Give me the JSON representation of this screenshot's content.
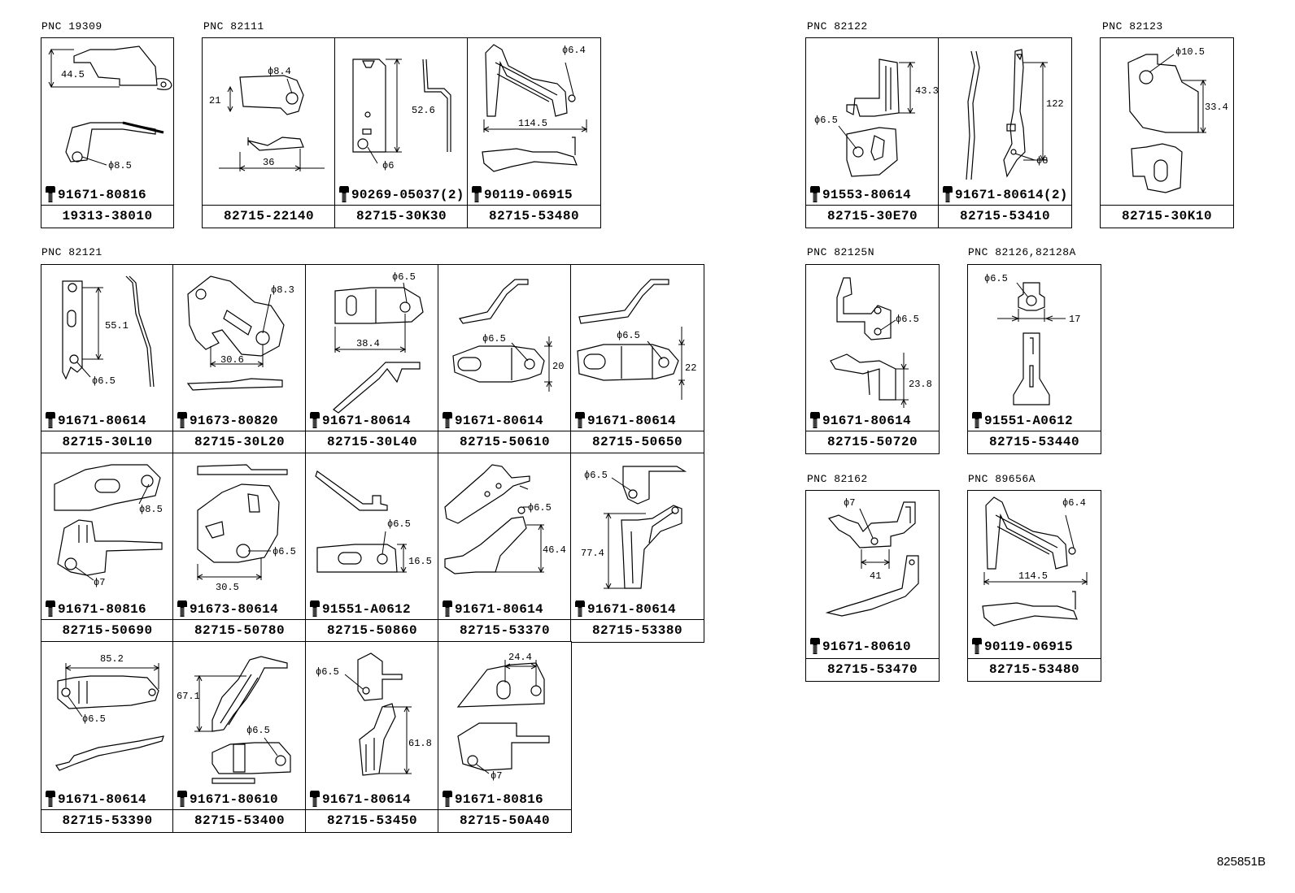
{
  "pnc_labels": {
    "g1": "PNC 19309",
    "g2": "PNC 82111",
    "g3": "PNC 82122",
    "g4": "PNC 82123",
    "g5": "PNC 82121",
    "g6": "PNC 82125N",
    "g7": "PNC 82126,82128A",
    "g8": "PNC 82162",
    "g9": "PNC 89656A"
  },
  "cells": {
    "c19313": {
      "part": "19313-38010",
      "bolt": "91671-80816",
      "d1": "44.5",
      "d2": "ϕ8.5"
    },
    "c22140": {
      "part": "82715-22140",
      "d1": "ϕ8.4",
      "d2": "21",
      "d3": "36"
    },
    "c30K30": {
      "part": "82715-30K30",
      "bolt": "90269-05037(2)",
      "d1": "52.6",
      "d2": "ϕ6"
    },
    "c53480a": {
      "part": "82715-53480",
      "bolt": "90119-06915",
      "d1": "ϕ6.4",
      "d2": "114.5"
    },
    "c30E70": {
      "part": "82715-30E70",
      "bolt": "91553-80614",
      "d1": "43.3",
      "d2": "ϕ6.5"
    },
    "c53410": {
      "part": "82715-53410",
      "bolt": "91671-80614(2)",
      "d1": "122",
      "d2": "ϕ8"
    },
    "c30K10": {
      "part": "82715-30K10",
      "d1": "ϕ10.5",
      "d2": "33.4"
    },
    "c30L10": {
      "part": "82715-30L10",
      "bolt": "91671-80614",
      "d1": "55.1",
      "d2": "ϕ6.5"
    },
    "c30L20": {
      "part": "82715-30L20",
      "bolt": "91673-80820",
      "d1": "ϕ8.3",
      "d2": "30.6"
    },
    "c30L40": {
      "part": "82715-30L40",
      "bolt": "91671-80614",
      "d1": "ϕ6.5",
      "d2": "38.4"
    },
    "c50610": {
      "part": "82715-50610",
      "bolt": "91671-80614",
      "d1": "ϕ6.5",
      "d2": "20"
    },
    "c50650": {
      "part": "82715-50650",
      "bolt": "91671-80614",
      "d1": "ϕ6.5",
      "d2": "22"
    },
    "c50690": {
      "part": "82715-50690",
      "bolt": "91671-80816",
      "d1": "ϕ8.5",
      "d2": "ϕ7"
    },
    "c50780": {
      "part": "82715-50780",
      "bolt": "91673-80614",
      "d1": "ϕ6.5",
      "d2": "30.5"
    },
    "c50860": {
      "part": "82715-50860",
      "bolt": "91551-A0612",
      "d1": "ϕ6.5",
      "d2": "16.5"
    },
    "c53370": {
      "part": "82715-53370",
      "bolt": "91671-80614",
      "d1": "ϕ6.5",
      "d2": "46.4"
    },
    "c53380": {
      "part": "82715-53380",
      "bolt": "91671-80614",
      "d1": "ϕ6.5",
      "d2": "77.4"
    },
    "c53390": {
      "part": "82715-53390",
      "bolt": "91671-80614",
      "d1": "85.2",
      "d2": "ϕ6.5"
    },
    "c53400": {
      "part": "82715-53400",
      "bolt": "91671-80610",
      "d1": "67.1",
      "d2": "ϕ6.5"
    },
    "c53450": {
      "part": "82715-53450",
      "bolt": "91671-80614",
      "d1": "ϕ6.5",
      "d2": "61.8"
    },
    "c50A40": {
      "part": "82715-50A40",
      "bolt": "91671-80816",
      "d1": "24.4",
      "d2": "ϕ7"
    },
    "c50720": {
      "part": "82715-50720",
      "bolt": "91671-80614",
      "d1": "ϕ6.5",
      "d2": "23.8"
    },
    "c53440": {
      "part": "82715-53440",
      "bolt": "91551-A0612",
      "d1": "ϕ6.5",
      "d2": "17"
    },
    "c53470": {
      "part": "82715-53470",
      "bolt": "91671-80610",
      "d1": "ϕ7",
      "d2": "41"
    },
    "c53480b": {
      "part": "82715-53480",
      "bolt": "90119-06915",
      "d1": "ϕ6.4",
      "d2": "114.5"
    }
  },
  "reference_code": "825851B"
}
